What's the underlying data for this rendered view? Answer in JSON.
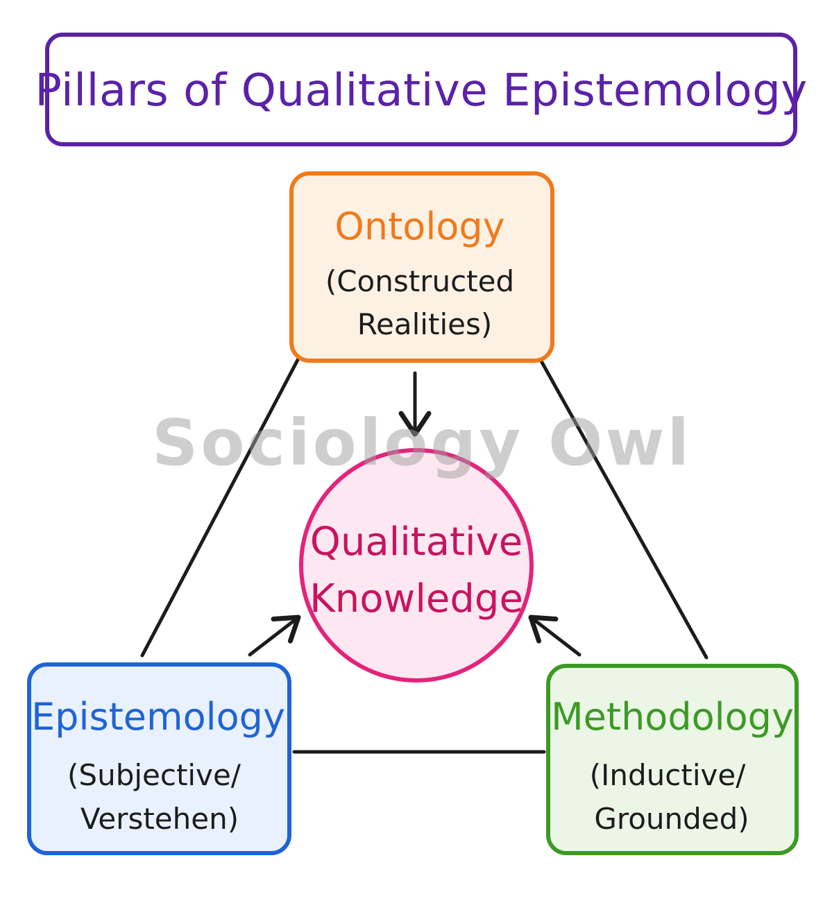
{
  "title": "Pillars of Qualitative Epistemology",
  "watermark": "Sociology Owl",
  "center": {
    "line1": "Qualitative",
    "line2": "Knowledge",
    "color": "#e4237a",
    "fill": "#fde8f1"
  },
  "nodes": {
    "ontology": {
      "title": "Ontology",
      "sub1": "(Constructed",
      "sub2": "Realities)",
      "color": "#f07a1a",
      "fill": "#fdf1e4"
    },
    "epistemology": {
      "title": "Epistemology",
      "sub1": "(Subjective/",
      "sub2": "Verstehen)",
      "color": "#1f63d6",
      "fill": "#e8f1fd"
    },
    "methodology": {
      "title": "Methodology",
      "sub1": "(Inductive/",
      "sub2": "Grounded)",
      "color": "#3c9a24",
      "fill": "#ebf6e6"
    }
  },
  "title_color": "#5b22a8"
}
